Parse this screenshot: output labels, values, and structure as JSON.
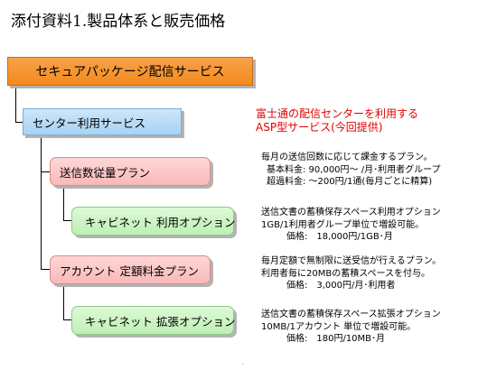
{
  "title": "添付資料1.製品体系と販売価格",
  "top_box": "セキュアパッケージ配信サービス",
  "center_box": "センター利用サービス",
  "red_note": [
    "富士通の配信センターを利用する",
    "ASP型サービス(今回提供)"
  ],
  "plans": [
    {
      "label": "送信数従量プラン",
      "desc": [
        "毎月の送信回数に応じて課金するプラン。",
        "基本料金: 90,000円～ /月･利用者グループ",
        "超過料金: ～200円/1通(毎月ごとに精算)"
      ],
      "option": {
        "label": "キャビネット 利用オプション",
        "desc": [
          "送信文書の蓄積保存スペース利用オプション",
          "1GB/1利用者グループ単位で増設可能。",
          "価格:　18,000円/1GB･月"
        ]
      }
    },
    {
      "label": "アカウント 定額料金プラン",
      "desc": [
        "毎月定額で無制限に送受信が行えるプラン。",
        "利用者毎に20MBの蓄積スペースを付与。",
        "価格:　3,000円/月･利用者"
      ],
      "option": {
        "label": "キャビネット 拡張オプション",
        "desc": [
          "送信文書の蓄積保存スペース拡張オプション",
          "10MB/1アカウント 単位で増設可能。",
          "価格:　180円/10MB･月"
        ]
      }
    }
  ]
}
